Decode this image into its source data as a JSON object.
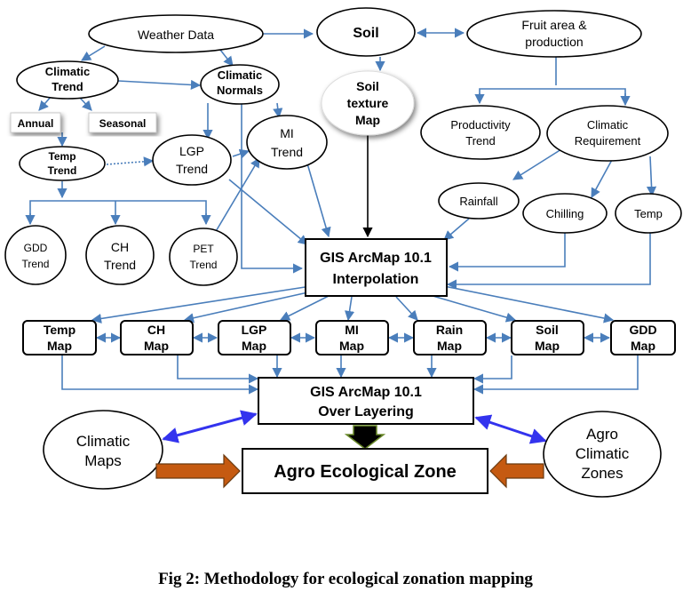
{
  "nodes": {
    "weather_data": "Weather Data",
    "soil": "Soil",
    "fruit_area": [
      "Fruit area &",
      "production"
    ],
    "climatic_trend": [
      "Climatic",
      "Trend"
    ],
    "climatic_normals": [
      "Climatic",
      "Normals"
    ],
    "soil_texture_map": [
      "Soil",
      "texture",
      "Map"
    ],
    "annual": "Annual",
    "seasonal": "Seasonal",
    "productivity_trend": [
      "Productivity",
      "Trend"
    ],
    "climatic_requirement": [
      "Climatic",
      "Requirement"
    ],
    "temp_trend": [
      "Temp",
      "Trend"
    ],
    "lgp_trend": [
      "LGP",
      "Trend"
    ],
    "mi_trend": [
      "MI",
      "Trend"
    ],
    "rainfall": "Rainfall",
    "chilling": "Chilling",
    "temp": "Temp",
    "gdd_trend": [
      "GDD",
      "Trend"
    ],
    "ch_trend": [
      "CH",
      "Trend"
    ],
    "pet_trend": [
      "PET",
      "Trend"
    ],
    "gis_interpolation": [
      "GIS ArcMap 10.1",
      "Interpolation"
    ],
    "maps": [
      [
        "Temp",
        "Map"
      ],
      [
        "CH",
        "Map"
      ],
      [
        "LGP",
        "Map"
      ],
      [
        "MI",
        "Map"
      ],
      [
        "Rain",
        "Map"
      ],
      [
        "Soil",
        "Map"
      ],
      [
        "GDD",
        "Map"
      ]
    ],
    "gis_overlay": [
      "GIS  ArcMap 10.1",
      "Over Layering"
    ],
    "climatic_maps": [
      "Climatic",
      "Maps"
    ],
    "agro_ecological_zone": "Agro Ecological Zone",
    "agro_climatic_zones": [
      "Agro",
      "Climatic",
      "Zones"
    ]
  },
  "caption": "Fig 2: Methodology for ecological zonation mapping",
  "colors": {
    "connector": "#4a7ebb",
    "double_arrow": "#3333ee",
    "block_arrow_fill": "#c55a11",
    "down_arrow_fill": "#000000"
  }
}
